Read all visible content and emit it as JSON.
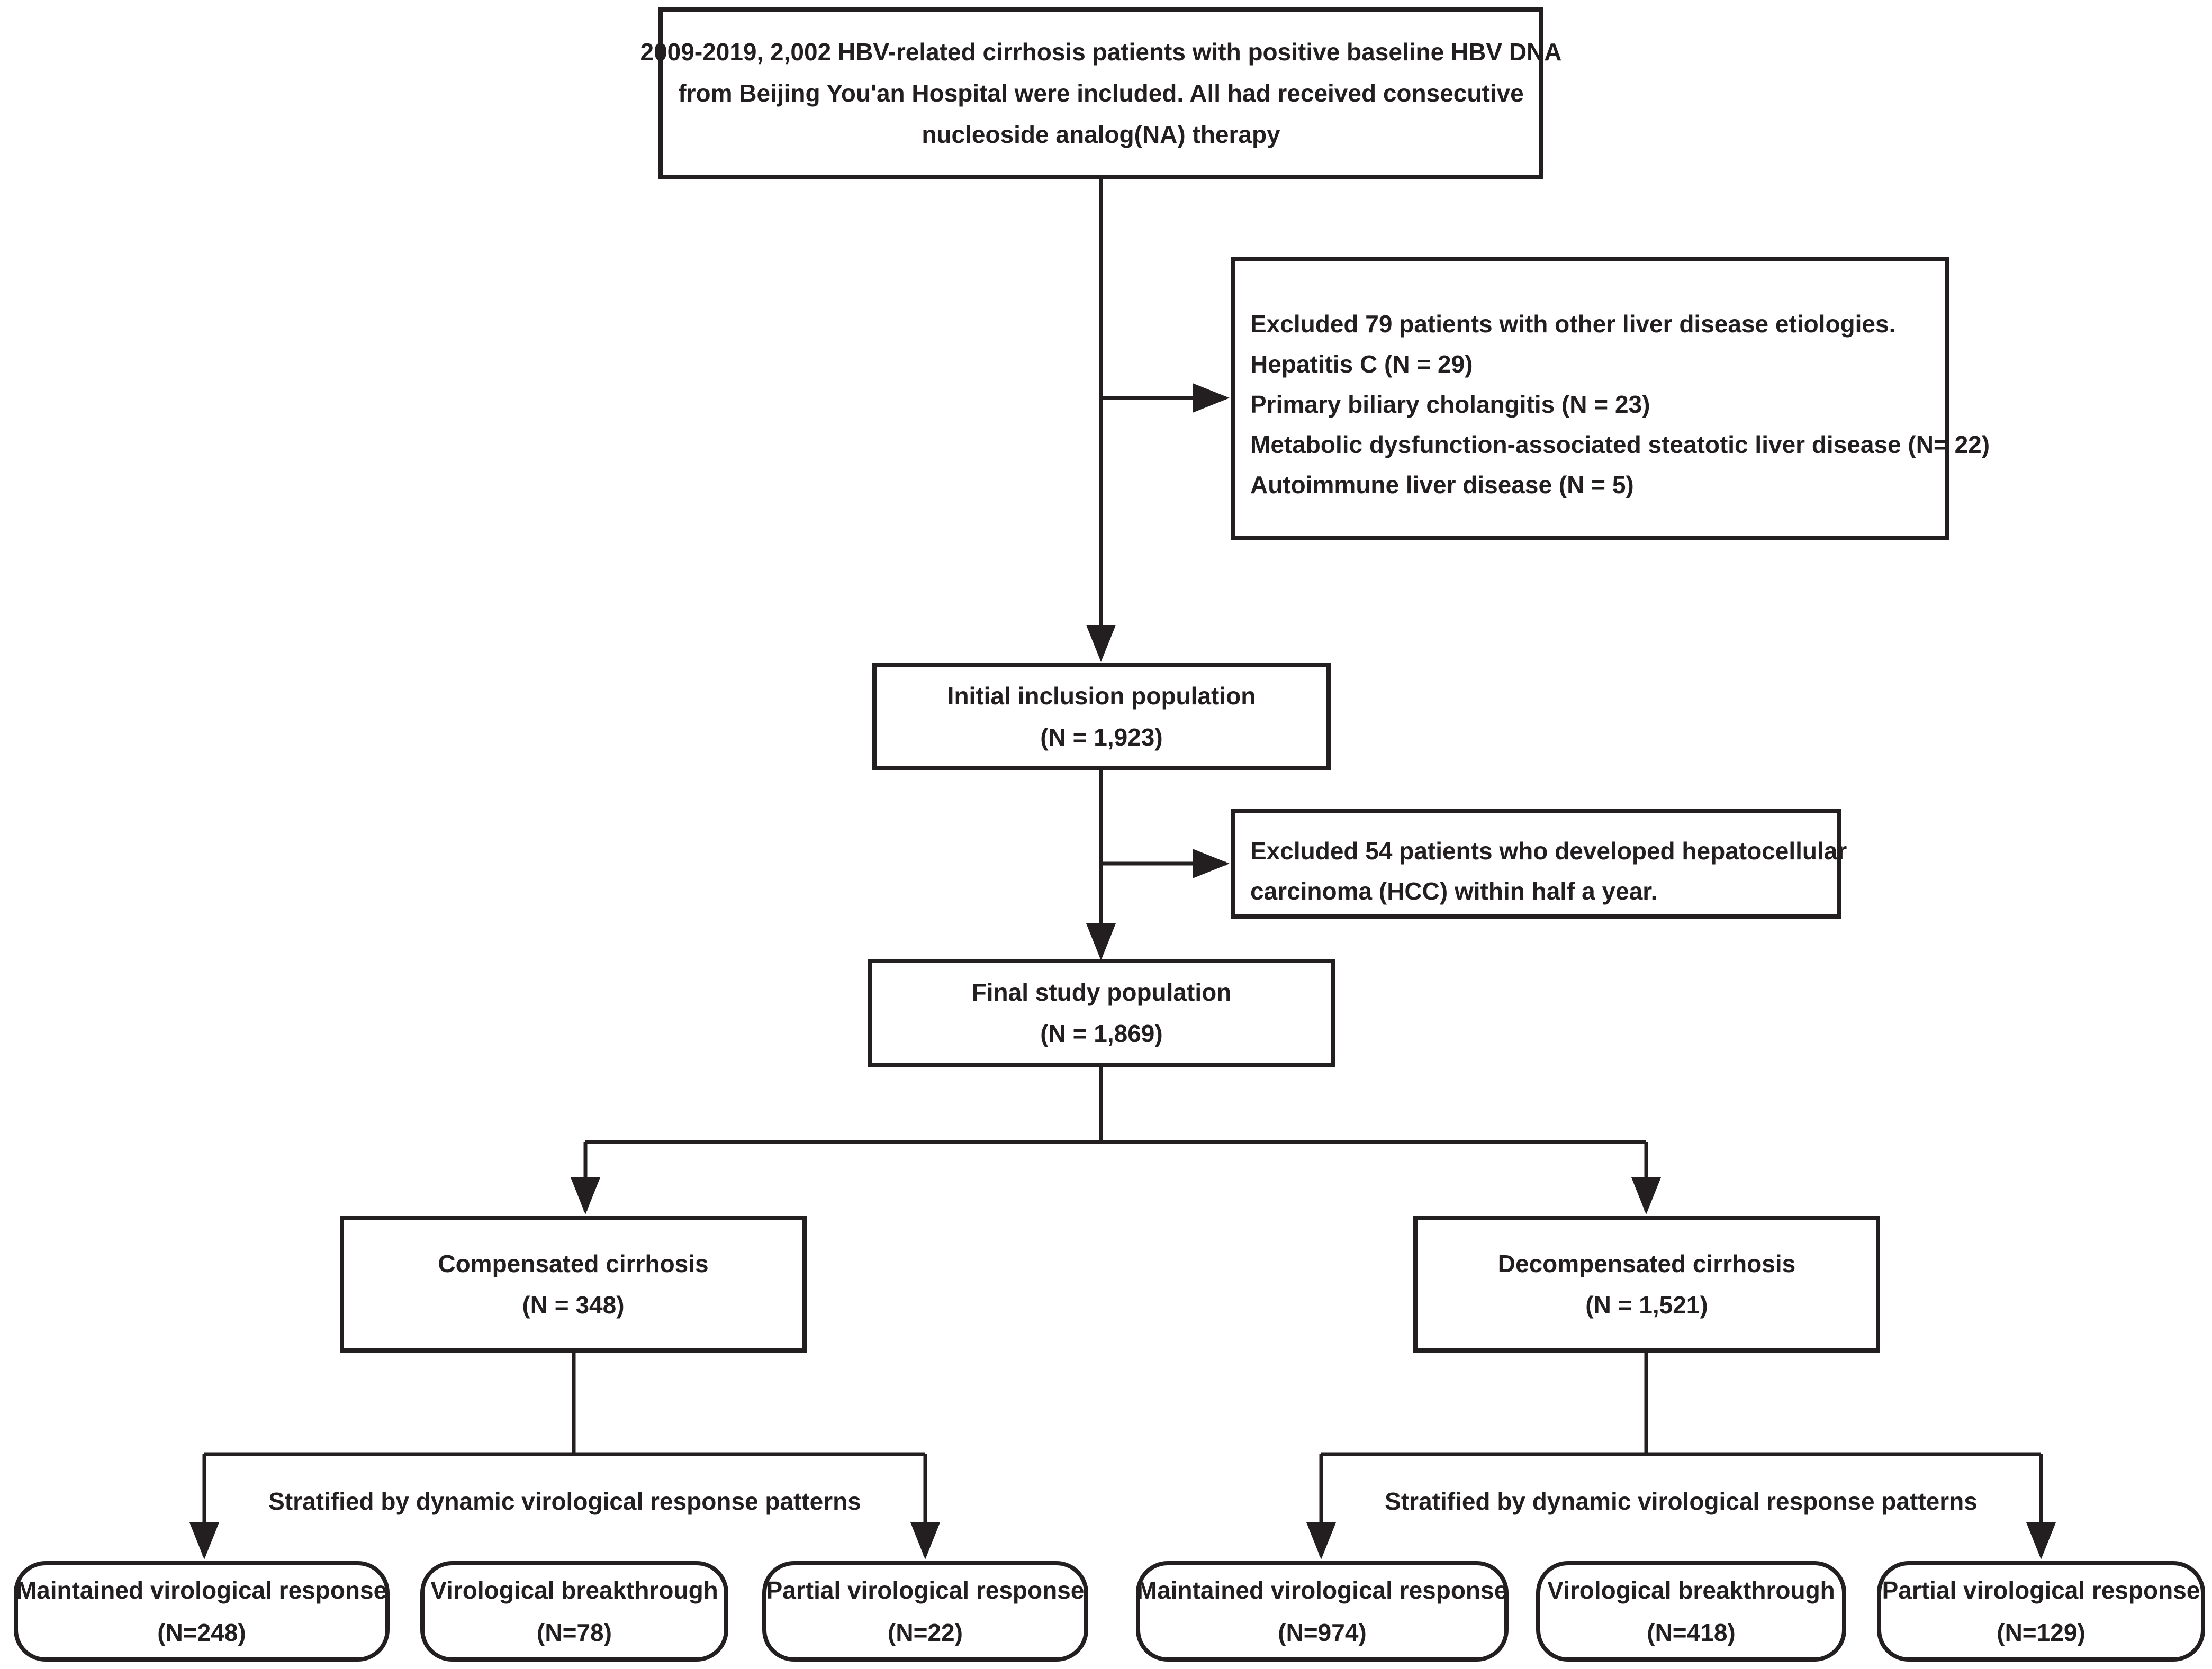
{
  "top_box": {
    "line1": "2009-2019, 2,002 HBV-related cirrhosis patients with positive baseline HBV DNA",
    "line2": "from Beijing You'an Hospital were included. All had received consecutive",
    "line3": "nucleoside analog(NA) therapy"
  },
  "exclusion_1": {
    "heading": "Excluded 79 patients with other liver disease etiologies.",
    "items": [
      "Hepatitis C (N = 29)",
      "Primary biliary cholangitis (N = 23)",
      "Metabolic dysfunction-associated steatotic liver disease (N= 22)",
      "Autoimmune liver disease (N = 5)"
    ]
  },
  "initial_population": {
    "label": "Initial inclusion population",
    "count": "(N = 1,923)"
  },
  "exclusion_2": {
    "line1": "Excluded 54 patients who developed hepatocellular",
    "line2": "carcinoma (HCC) within half a year."
  },
  "final_population": {
    "label": "Final study population",
    "count": "(N = 1,869)"
  },
  "compensated": {
    "label": "Compensated cirrhosis",
    "count": "(N = 348)",
    "stratified_label": "Stratified by dynamic virological response patterns",
    "groups": [
      {
        "label": "Maintained virological response",
        "count": "(N=248)"
      },
      {
        "label": "Virological breakthrough",
        "count": "(N=78)"
      },
      {
        "label": "Partial virological response",
        "count": "(N=22)"
      }
    ]
  },
  "decompensated": {
    "label": "Decompensated cirrhosis",
    "count": "(N = 1,521)",
    "stratified_label": "Stratified by dynamic virological response patterns",
    "groups": [
      {
        "label": "Maintained virological response",
        "count": "(N=974)"
      },
      {
        "label": "Virological breakthrough",
        "count": "(N=418)"
      },
      {
        "label": "Partial virological response",
        "count": "(N=129)"
      }
    ]
  },
  "colors": {
    "stroke": "#231f20",
    "background": "#ffffff"
  }
}
